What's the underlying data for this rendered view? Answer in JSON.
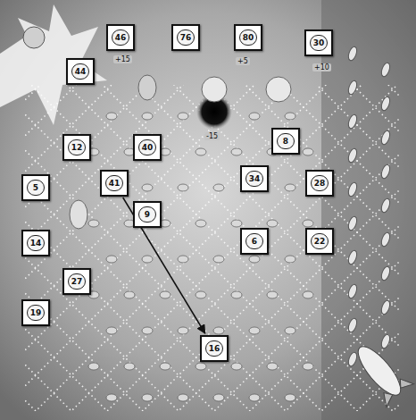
{
  "diagram": {
    "nodes": [
      {
        "text": [
          "46"
        ]
      },
      {
        "text": [
          "76"
        ]
      },
      {
        "text": [
          "80"
        ]
      },
      {
        "text": [
          "30"
        ]
      },
      {
        "text": [
          "44"
        ]
      },
      {
        "text": [
          "12"
        ]
      },
      {
        "text": [
          "40"
        ]
      },
      {
        "text": [
          "8"
        ]
      },
      {
        "text": [
          "5"
        ]
      },
      {
        "text": [
          "41"
        ]
      },
      {
        "text": [
          "34"
        ]
      },
      {
        "text": [
          "28"
        ]
      },
      {
        "text": [
          "9"
        ]
      },
      {
        "text": [
          "14"
        ]
      },
      {
        "text": [
          "6"
        ]
      },
      {
        "text": [
          "22"
        ]
      },
      {
        "text": [
          "27"
        ]
      },
      {
        "text": [
          "19"
        ]
      },
      {
        "text": [
          "16"
        ]
      }
    ],
    "edges": [
      {
        "from": 9,
        "to": 18,
        "arrow": "to"
      }
    ],
    "labels": [
      "+15",
      "-15",
      "+5",
      "+10"
    ]
  }
}
